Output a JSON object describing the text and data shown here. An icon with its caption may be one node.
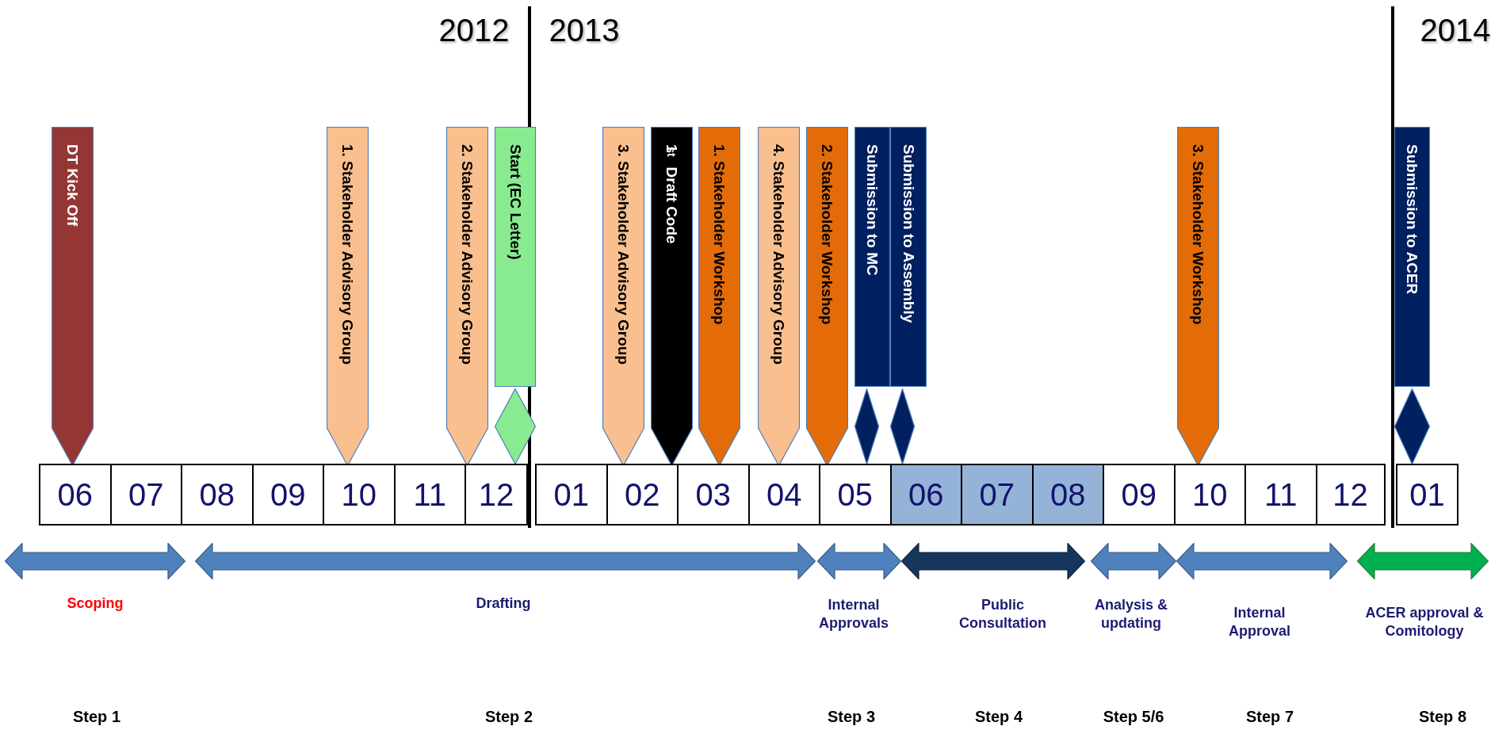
{
  "diagram": {
    "nodes": [
      {
        "text": [
          "DT Kick Off"
        ]
      },
      {
        "text": [
          "1. Stakeholder Advisory Group"
        ]
      },
      {
        "text": [
          "2. Stakeholder Advisory Group"
        ]
      },
      {
        "text": [
          "Start (EC Letter)"
        ]
      },
      {
        "text": [],
        "shape": "diamond"
      },
      {
        "text": [
          "3. Stakeholder Advisory Group"
        ]
      },
      {
        "text": [
          "1$^{st}$ Draft Code"
        ]
      },
      {
        "text": [
          "1. Stakeholder Workshop"
        ]
      },
      {
        "text": [
          "4. Stakeholder Advisory Group"
        ]
      },
      {
        "text": [
          "2. Stakeholder Workshop"
        ]
      },
      {
        "text": [
          "Submission to MC"
        ]
      },
      {
        "text": [
          "Submission to Assembly"
        ]
      },
      {
        "text": [],
        "shape": "diamond"
      },
      {
        "text": [],
        "shape": "diamond"
      },
      {
        "text": [
          "3. Stakeholder Workshop"
        ]
      },
      {
        "text": [
          "Submission to ACER"
        ]
      },
      {
        "text": [],
        "shape": "diamond"
      },
      {
        "text": [
          "06"
        ]
      },
      {
        "text": [
          "07"
        ]
      },
      {
        "text": [
          "08"
        ]
      },
      {
        "text": [
          "09"
        ]
      },
      {
        "text": [
          "10"
        ]
      },
      {
        "text": [
          "11"
        ]
      },
      {
        "text": [
          "12"
        ]
      },
      {
        "text": [
          "01"
        ]
      },
      {
        "text": [
          "02"
        ]
      },
      {
        "text": [
          "03"
        ]
      },
      {
        "text": [
          "04"
        ]
      },
      {
        "text": [
          "05"
        ]
      },
      {
        "text": [
          "06"
        ]
      },
      {
        "text": [
          "07"
        ]
      },
      {
        "text": [
          "08"
        ]
      },
      {
        "text": [
          "09"
        ]
      },
      {
        "text": [
          "10"
        ]
      },
      {
        "text": [
          "11"
        ]
      },
      {
        "text": [
          "12"
        ]
      },
      {
        "text": [
          "01"
        ]
      },
      {
        "text": [],
        "shape": "arrow",
        "beside": [
          "Scoping"
        ]
      },
      {
        "text": [],
        "shape": "arrow",
        "beside": [
          "Drafting"
        ]
      },
      {
        "text": [],
        "shape": "arrow",
        "beside": [
          "Internal Approvals"
        ]
      },
      {
        "text": [],
        "shape": "arrow",
        "beside": [
          "Public Consultation"
        ]
      },
      {
        "text": [],
        "shape": "arrow",
        "beside": [
          "Analysis & updating"
        ]
      },
      {
        "text": [],
        "shape": "arrow",
        "beside": [
          "Internal Approval"
        ]
      },
      {
        "text": [],
        "shape": "arrow",
        "beside": [
          "ACER approval & Comitology"
        ]
      }
    ],
    "labels": [
      "2012",
      "2013",
      "2014",
      "Step 1",
      "Step 2",
      "Step 3",
      "Step 4",
      "Step 5/6",
      "Step 7",
      "Step 8"
    ]
  }
}
